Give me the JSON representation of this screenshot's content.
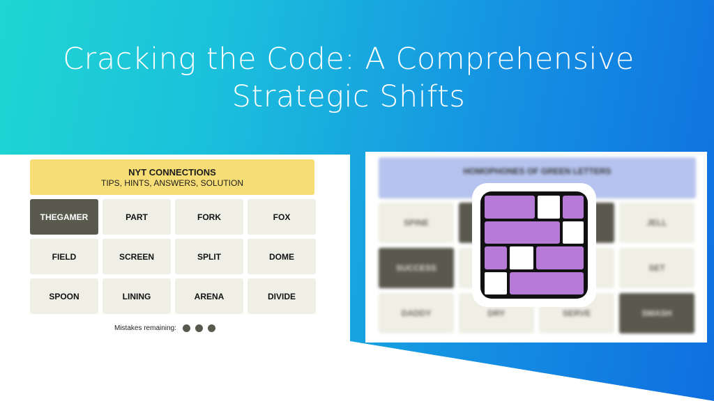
{
  "title": {
    "line1": "Cracking the Code: A Comprehensive",
    "line2": "Strategic Shifts"
  },
  "left_puzzle": {
    "header_title": "NYT CONNECTIONS",
    "header_subtitle": "TIPS, HINTS, ANSWERS, SOLUTION",
    "tiles": [
      "THEGAMER",
      "PART",
      "FORK",
      "FOX",
      "FIELD",
      "SCREEN",
      "SPLIT",
      "DOME",
      "SPOON",
      "LINING",
      "ARENA",
      "DIVIDE"
    ],
    "selected_tile": "THEGAMER",
    "mistakes_label": "Mistakes remaining:",
    "mistakes_remaining": 3
  },
  "right_puzzle": {
    "header_title": "HOMOPHONES OF GREEN LETTERS",
    "tiles": [
      "SPINE",
      "",
      "",
      "JELL",
      "SUCCESS",
      "",
      "",
      "SET",
      "DADDY",
      "DRY",
      "SERVE",
      "SMASH"
    ],
    "selected_tiles": [
      "SUCCESS",
      "SMASH"
    ]
  },
  "logo": {
    "icon": "connections-logo-icon",
    "accent_color": "#b57bd6"
  },
  "colors": {
    "gradient_start": "#1fd6d2",
    "gradient_end": "#0f6fe0",
    "header_yellow": "#f7dd75",
    "header_blue": "#b5c3ee"
  }
}
